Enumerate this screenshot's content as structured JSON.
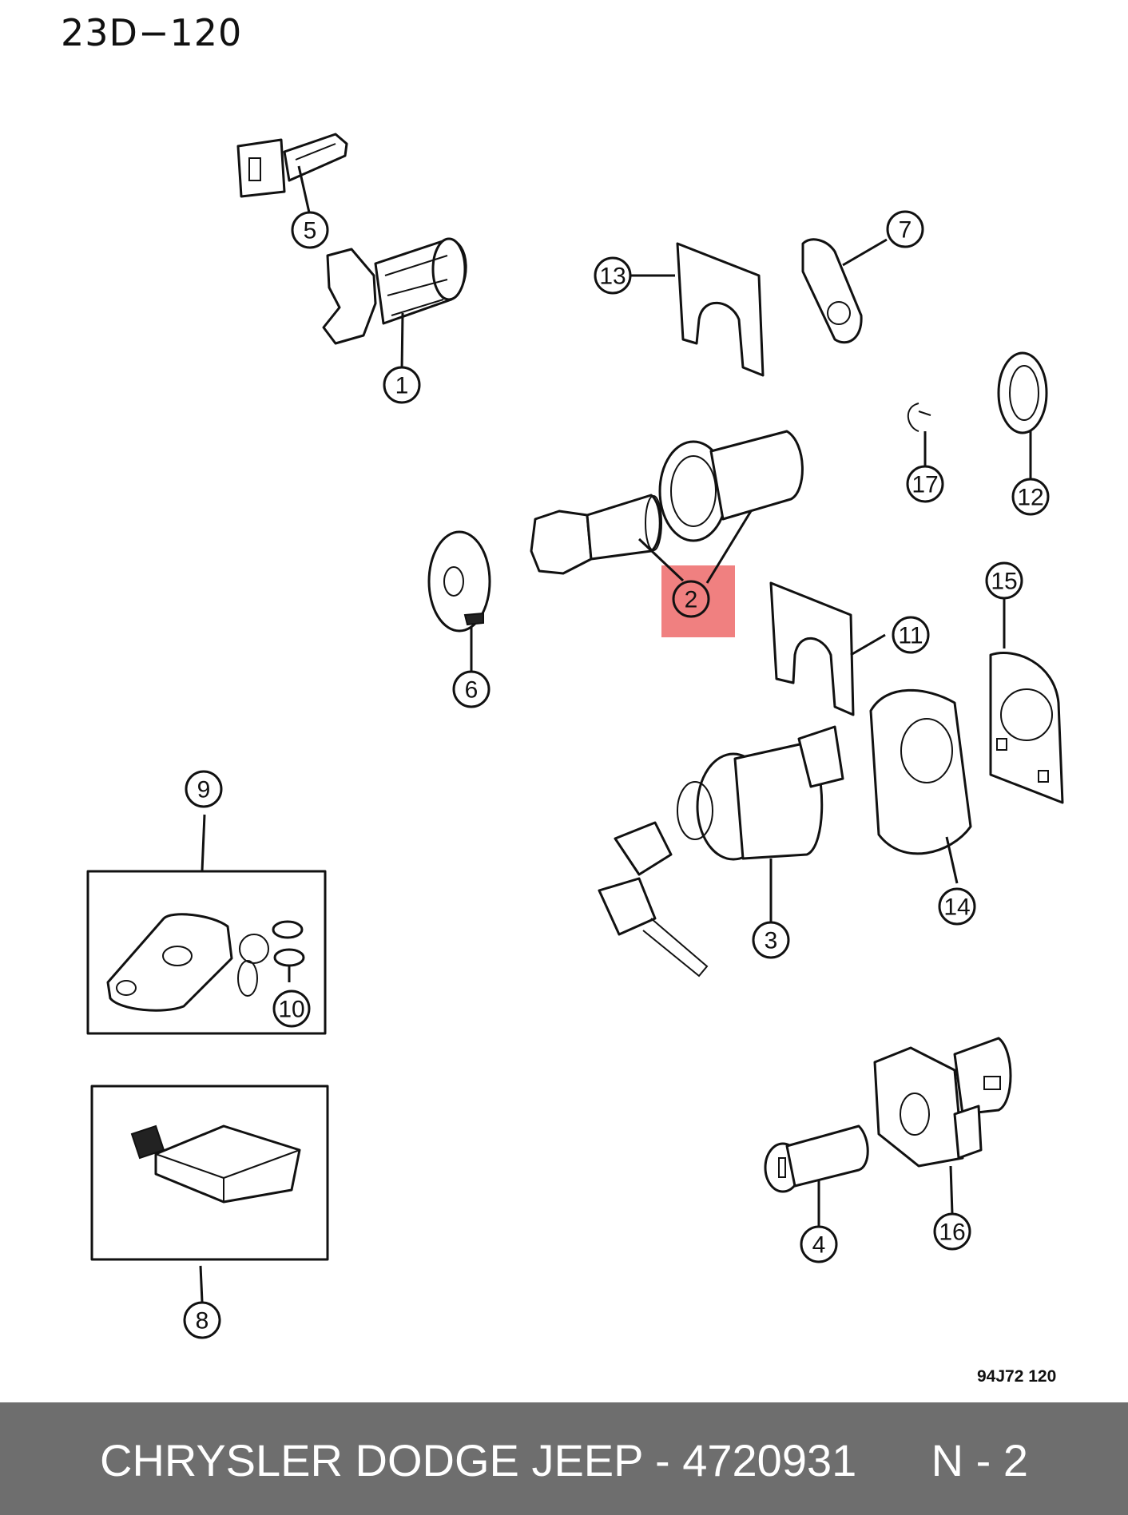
{
  "header": {
    "page_code": "23D−120"
  },
  "drawing_ref": "94J72  120",
  "footer": {
    "text": "CHRYSLER DODGE JEEP - 4720931      N - 2"
  },
  "highlight_color": "#f08080",
  "callouts": [
    {
      "id": "1",
      "label": "1"
    },
    {
      "id": "2",
      "label": "2"
    },
    {
      "id": "3",
      "label": "3"
    },
    {
      "id": "4",
      "label": "4"
    },
    {
      "id": "5",
      "label": "5"
    },
    {
      "id": "6",
      "label": "6"
    },
    {
      "id": "7",
      "label": "7"
    },
    {
      "id": "8",
      "label": "8"
    },
    {
      "id": "9",
      "label": "9"
    },
    {
      "id": "10",
      "label": "10"
    },
    {
      "id": "11",
      "label": "11"
    },
    {
      "id": "12",
      "label": "12"
    },
    {
      "id": "13",
      "label": "13"
    },
    {
      "id": "14",
      "label": "14"
    },
    {
      "id": "15",
      "label": "15"
    },
    {
      "id": "16",
      "label": "16"
    },
    {
      "id": "17",
      "label": "17"
    }
  ]
}
